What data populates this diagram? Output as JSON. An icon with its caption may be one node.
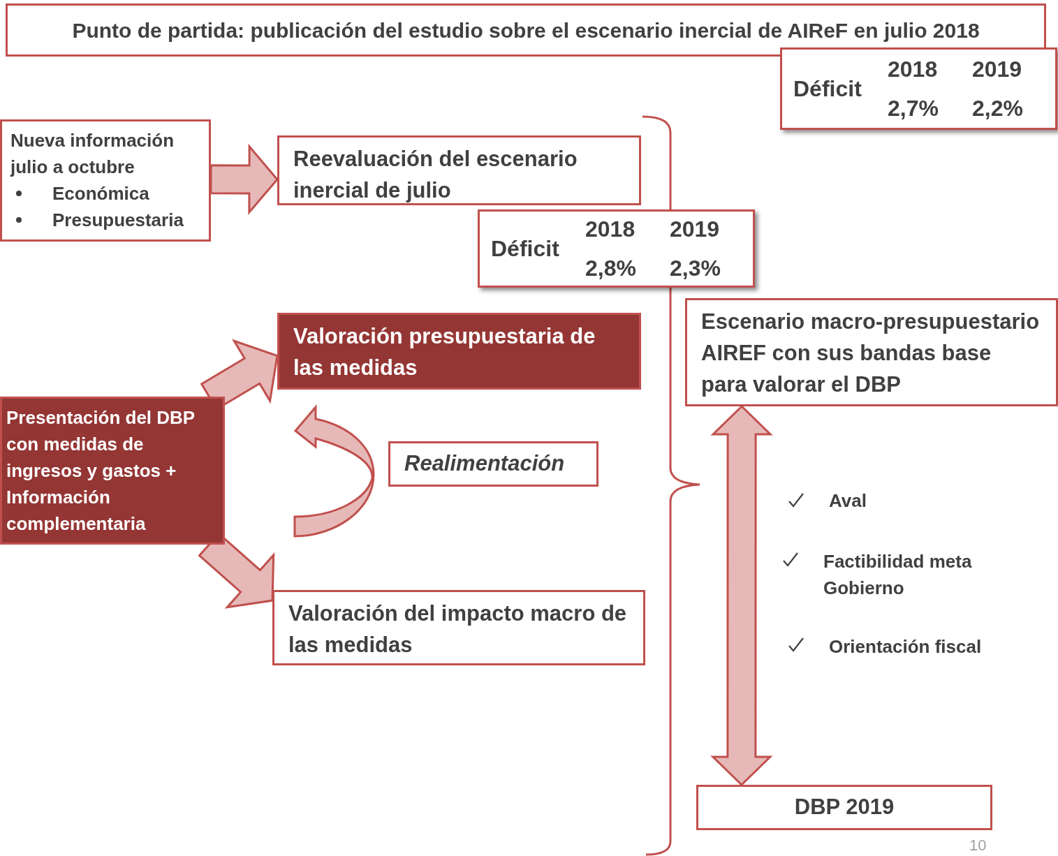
{
  "diagram": {
    "nodes": [
      {
        "text": [
          "Punto de partida: publicación del estudio sobre el escenario inercial de AIReF en julio 2018"
        ]
      },
      {
        "text": [
          "Déficit",
          "2018",
          "2019",
          "2,7%",
          "2,2%"
        ]
      },
      {
        "text": [
          "Nueva información julio a octubre",
          "Económica",
          "Presupuestaria"
        ]
      },
      {
        "text": [
          "Reevaluación del escenario inercial de julio"
        ]
      },
      {
        "text": [
          "Déficit",
          "2018",
          "2019",
          "2,8%",
          "2,3%"
        ]
      },
      {
        "text": [
          "Valoración presupuestaria de las medidas"
        ]
      },
      {
        "text": [
          "Presentación del DBP con medidas de ingresos y gastos + Información complementaria"
        ]
      },
      {
        "text": [
          "Realimentación"
        ]
      },
      {
        "text": [
          "Valoración del impacto macro de las medidas"
        ]
      },
      {
        "text": [
          "Escenario macro-presupuestario AIREF con sus bandas base para valorar el DBP"
        ]
      },
      {
        "text": [
          "DBP 2019"
        ]
      }
    ],
    "edges": [
      {
        "from": 2,
        "to": 3,
        "arrow": "to"
      },
      {
        "from": 6,
        "to": 5,
        "arrow": "to"
      },
      {
        "from": 6,
        "to": 8,
        "arrow": "to"
      },
      {
        "from": 9,
        "to": 10,
        "arrow": "both"
      },
      {
        "from": null,
        "to": 5,
        "arrow": "to"
      }
    ],
    "labels": [
      "Aval",
      "Factibilidad meta Gobierno",
      "Orientación fiscal",
      "10"
    ]
  }
}
